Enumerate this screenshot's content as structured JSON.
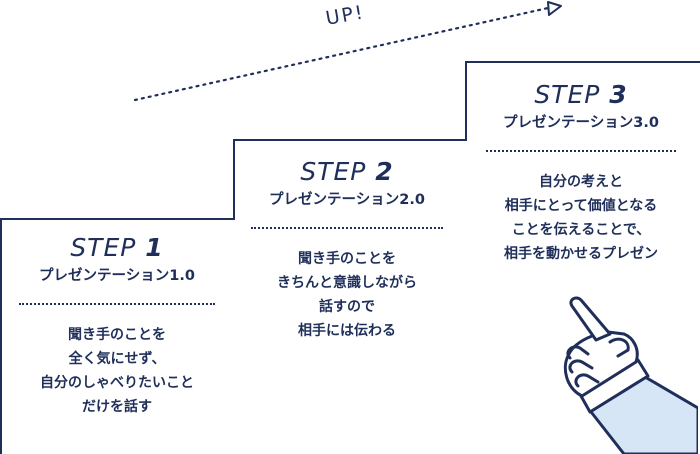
{
  "header": {
    "up_label": "UP!"
  },
  "colors": {
    "line": "#1f2f5a",
    "sleeve": "#d6e6f7",
    "background": "#ffffff"
  },
  "icons": {
    "pointing_hand": "pointing-hand-icon",
    "trend_arrow": "dotted-arrow-icon"
  },
  "steps": [
    {
      "prefix": "STEP",
      "number": "1",
      "subtitle": "プレゼンテーション1.0",
      "lines": [
        "聞き手のことを",
        "全く気にせず、",
        "自分のしゃべりたいこと",
        "だけを話す"
      ]
    },
    {
      "prefix": "STEP",
      "number": "2",
      "subtitle": "プレゼンテーション2.0",
      "lines": [
        "聞き手のことを",
        "きちんと意識しながら",
        "話すので",
        "相手には伝わる"
      ]
    },
    {
      "prefix": "STEP",
      "number": "3",
      "subtitle": "プレゼンテーション3.0",
      "lines": [
        "自分の考えと",
        "相手にとって価値となる",
        "ことを伝えることで、",
        "相手を動かせるプレゼン"
      ]
    }
  ]
}
